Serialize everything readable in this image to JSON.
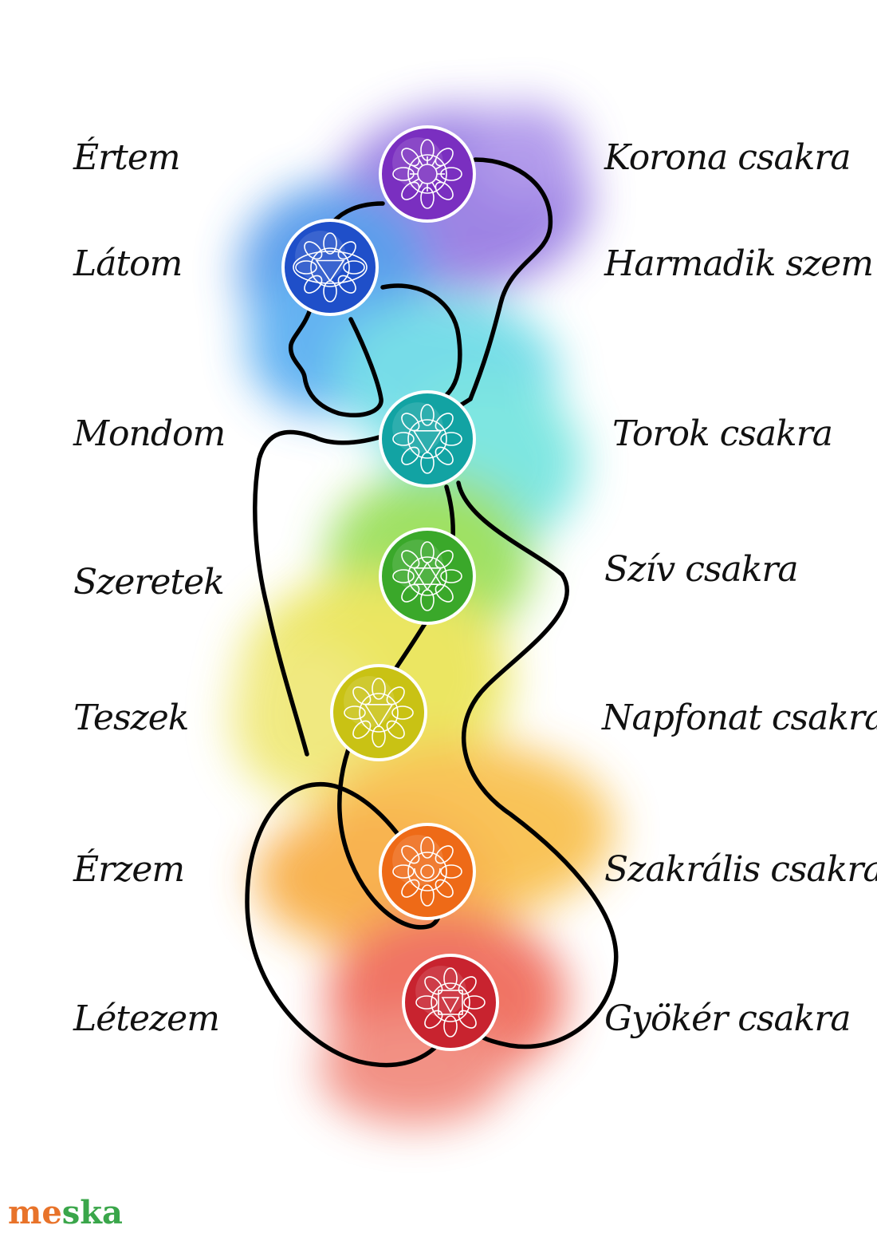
{
  "chakras": [
    {
      "left": "Értem",
      "right": "Korona csakra",
      "color": "#7a2fc0",
      "icon": "crown-lotus-icon"
    },
    {
      "left": "Látom",
      "right": "Harmadik szem",
      "color": "#1f4fc9",
      "icon": "third-eye-om-icon"
    },
    {
      "left": "Mondom",
      "right": "Torok csakra",
      "color": "#12a3a3",
      "icon": "throat-triangle-icon"
    },
    {
      "left": "Szeretek",
      "right": "Szív csakra",
      "color": "#3aa82a",
      "icon": "heart-star-icon"
    },
    {
      "left": "Teszek",
      "right": "Napfonat csakra",
      "color": "#c9c214",
      "icon": "solar-triangle-icon"
    },
    {
      "left": "Érzem",
      "right": "Szakrális csakra",
      "color": "#ee6a17",
      "icon": "sacral-crescent-icon"
    },
    {
      "left": "Létezem",
      "right": "Gyökér csakra",
      "color": "#c8232f",
      "icon": "root-square-icon"
    }
  ],
  "watermark": {
    "text_me": "me",
    "text_ska": "ska",
    "color_me": "#e8732a",
    "color_ska": "#3aa64a"
  }
}
